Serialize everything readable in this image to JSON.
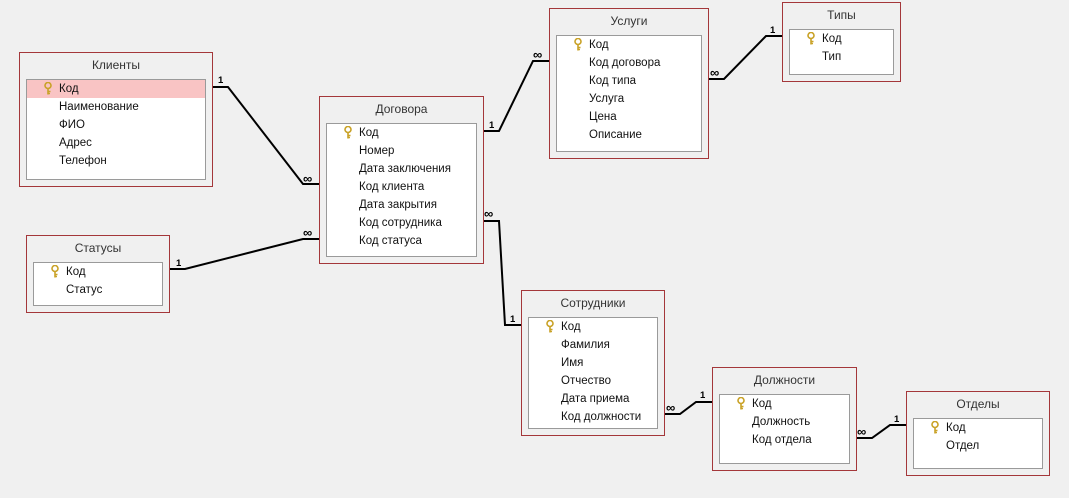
{
  "tables": {
    "klienty": {
      "title": "Клиенты",
      "fields": [
        "Код",
        "Наименование",
        "ФИО",
        "Адрес",
        "Телефон"
      ]
    },
    "statusy": {
      "title": "Статусы",
      "fields": [
        "Код",
        "Статус"
      ]
    },
    "dogovora": {
      "title": "Договора",
      "fields": [
        "Код",
        "Номер",
        "Дата заключения",
        "Код клиента",
        "Дата закрытия",
        "Код сотрудника",
        "Код статуса"
      ]
    },
    "uslugi": {
      "title": "Услуги",
      "fields": [
        "Код",
        "Код договора",
        "Код типа",
        "Услуга",
        "Цена",
        "Описание"
      ]
    },
    "tipy": {
      "title": "Типы",
      "fields": [
        "Код",
        "Тип"
      ]
    },
    "sotrudniki": {
      "title": "Сотрудники",
      "fields": [
        "Код",
        "Фамилия",
        "Имя",
        "Отчество",
        "Дата приема",
        "Код должности"
      ]
    },
    "dolzhnosti": {
      "title": "Должности",
      "fields": [
        "Код",
        "Должность",
        "Код отдела"
      ]
    },
    "otdely": {
      "title": "Отделы",
      "fields": [
        "Код",
        "Отдел"
      ]
    }
  },
  "cardinality": {
    "one": "1",
    "many": "∞"
  },
  "colors": {
    "table_border": "#a4373a",
    "selected_row": "#f9c4c4",
    "key_icon": "#c9a227",
    "line": "#000000"
  }
}
